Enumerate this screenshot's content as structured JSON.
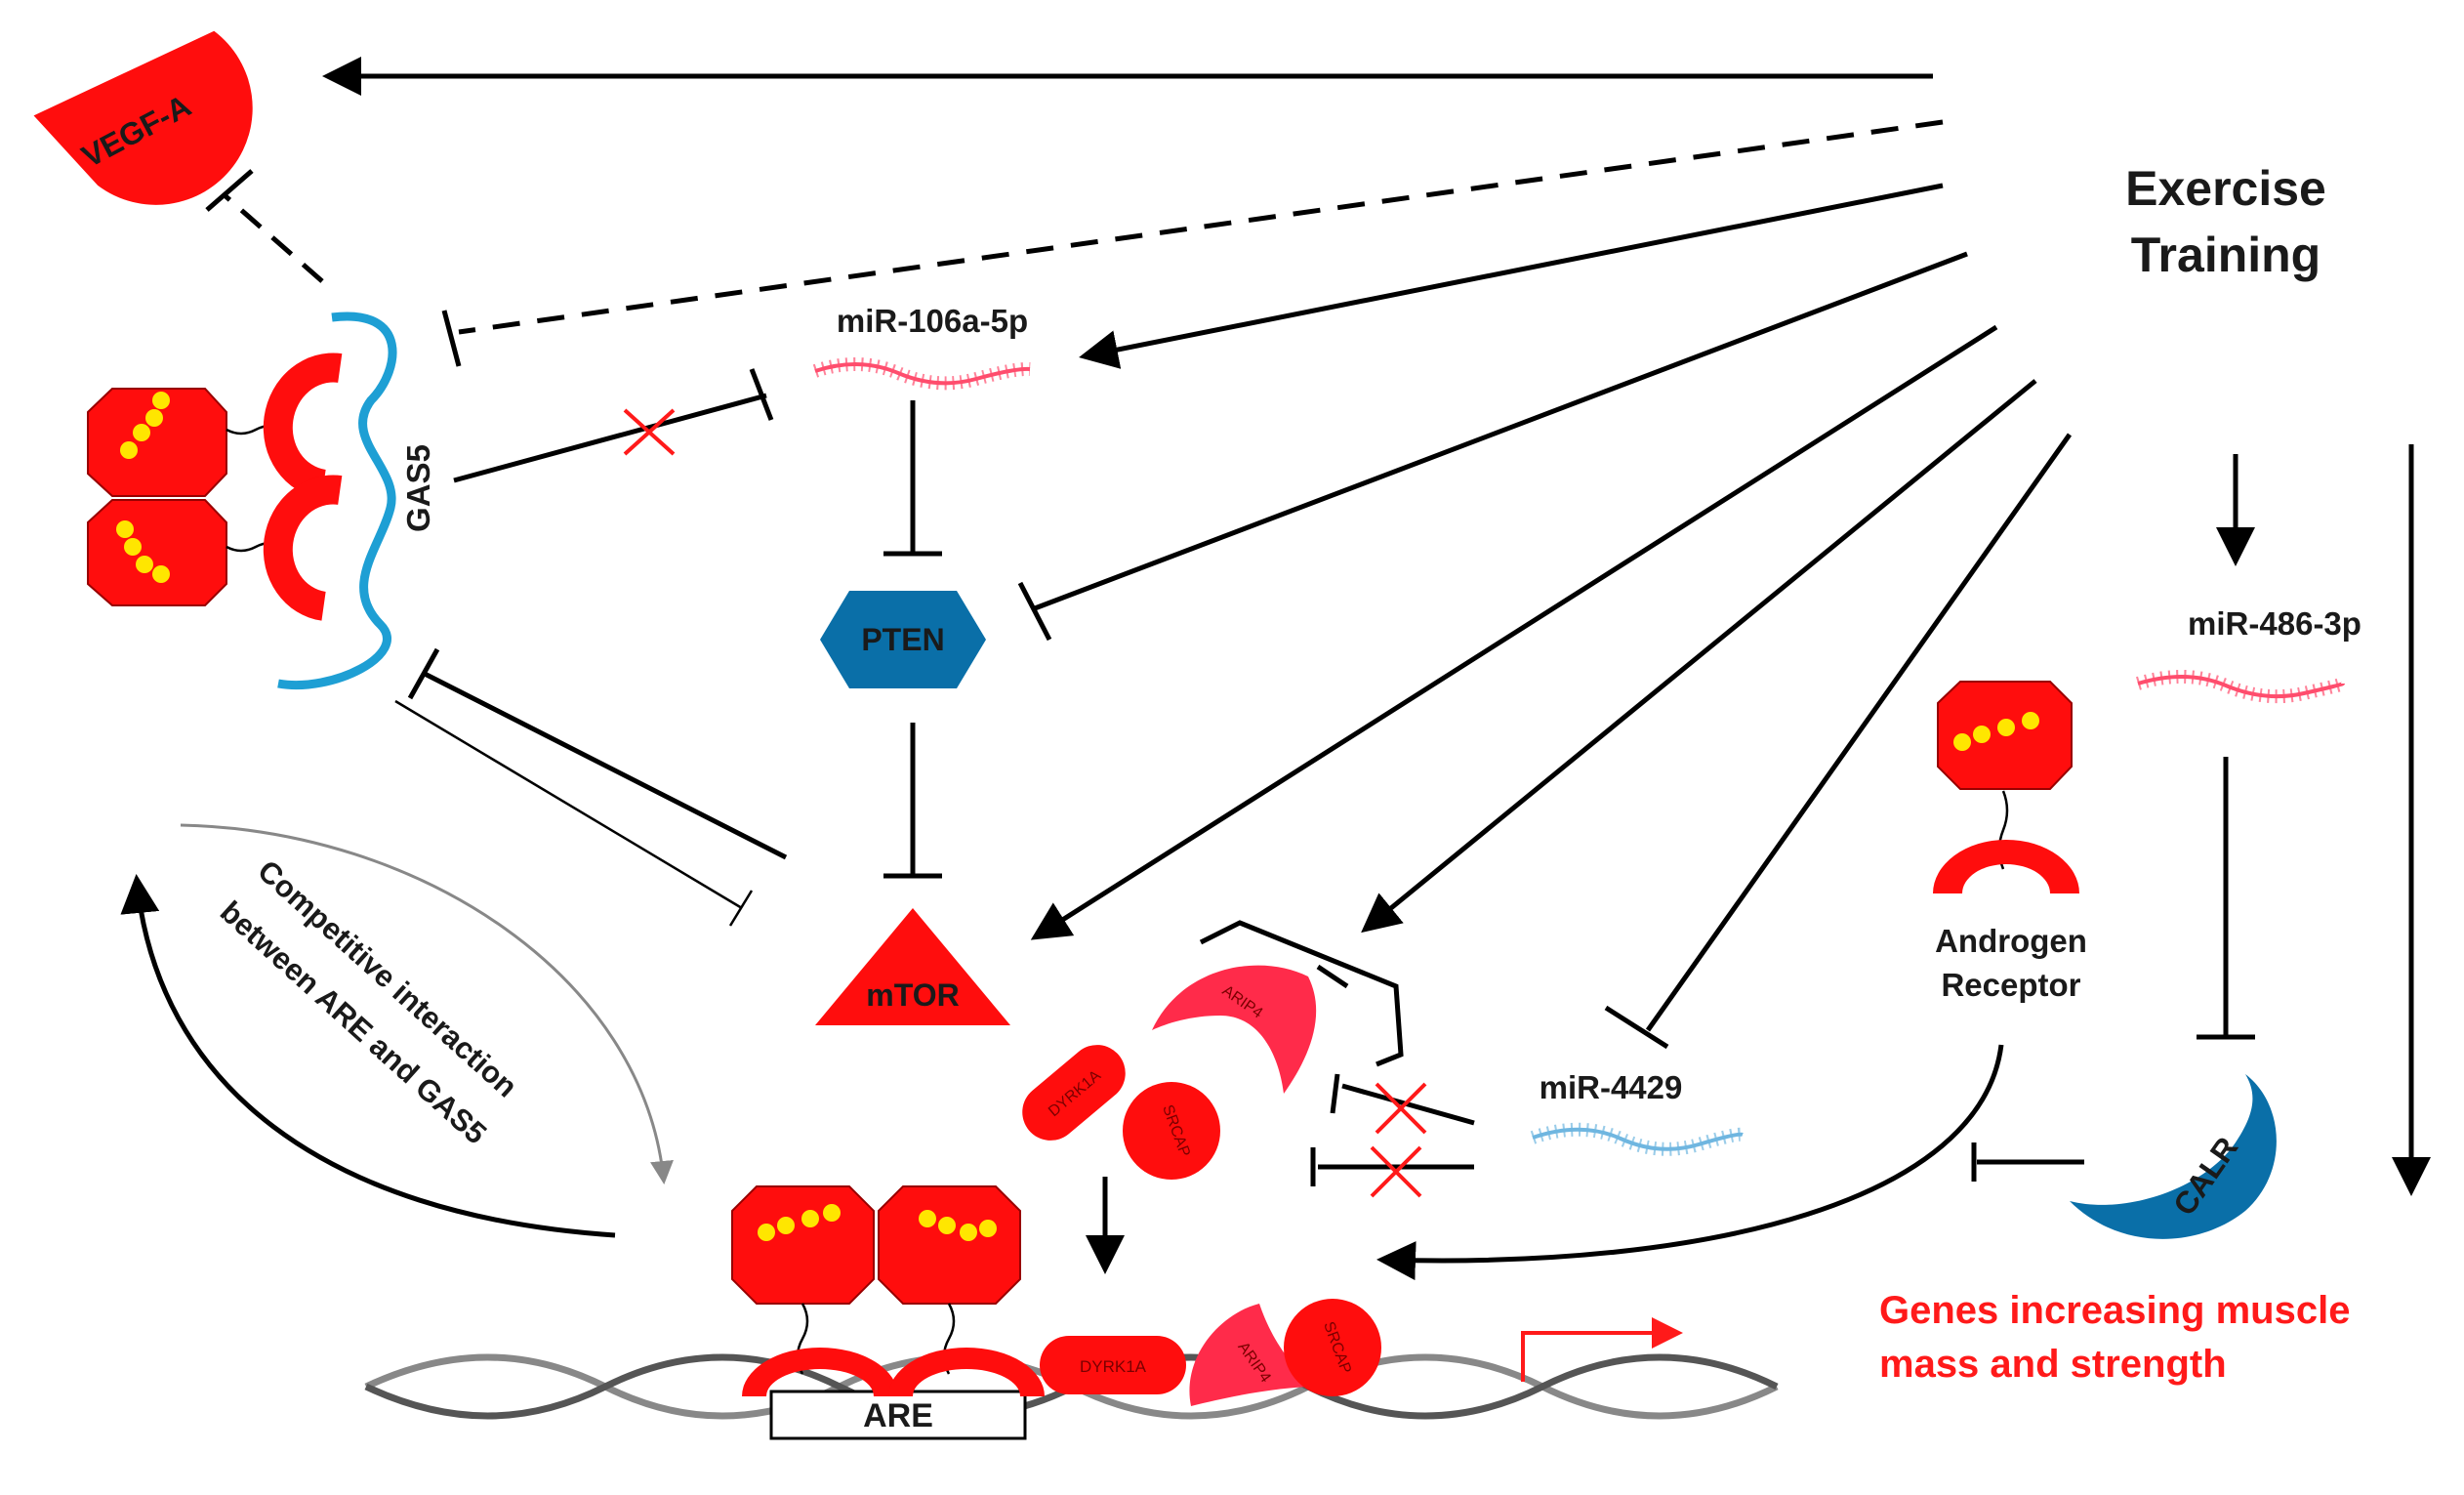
{
  "labels": {
    "exercise_line1": "Exercise",
    "exercise_line2": "Training",
    "vegfa": "VEGF-A",
    "gas5": "GAS5",
    "mir106": "miR-106a-5p",
    "pten": "PTEN",
    "mtor": "mTOR",
    "mir486": "miR-486-3p",
    "mir4429": "miR-4429",
    "androgen_line1": "Androgen",
    "androgen_line2": "Receptor",
    "calr": "CALR",
    "aripa": "ARIP4",
    "dyrk1a": "DYRK1A",
    "srcap": "SRCAP",
    "are": "ARE",
    "competitive_line1": "Competitive interaction",
    "competitive_line2": "between ARE and GAS5",
    "genes_line1": "Genes increasing muscle",
    "genes_line2": "mass and strength"
  },
  "colors": {
    "protein_red": "#ff0d0d",
    "pink_red": "#ff2b4a",
    "blue": "#0a6fa8",
    "gas5_blue": "#1e9fd4",
    "zinc_yellow": "#ffe600",
    "accent_red": "#ff1a1a"
  },
  "icons": [
    "mirna-strand-icon",
    "dna-helix-icon",
    "transcription-arrow-icon",
    "inhibition-cross-icon"
  ]
}
